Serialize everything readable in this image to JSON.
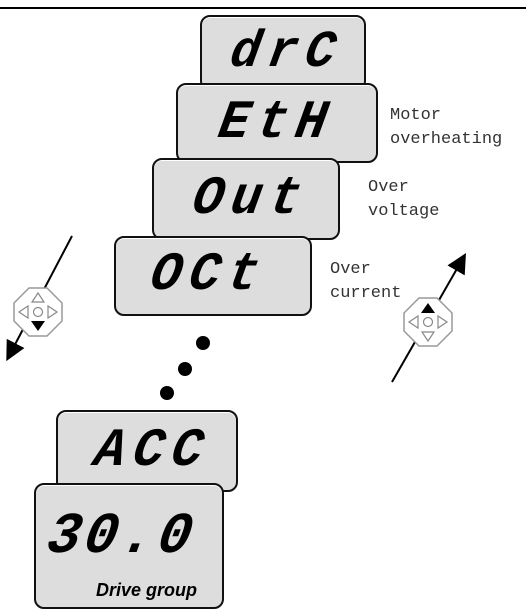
{
  "displays": [
    {
      "id": "drc",
      "text": "drC"
    },
    {
      "id": "eth",
      "text": "EtH"
    },
    {
      "id": "out",
      "text": "Out"
    },
    {
      "id": "oct",
      "text": "OCt"
    },
    {
      "id": "acc",
      "text": "ACC"
    },
    {
      "id": "value",
      "text": "30.0"
    }
  ],
  "annotations": {
    "eth": "Motor\noverheating",
    "out": "Over\nvoltage",
    "oct": "Over\ncurrent"
  },
  "group_label": "Drive group",
  "icons": {
    "left_keypad": "keypad-down-icon",
    "right_keypad": "keypad-up-icon"
  }
}
